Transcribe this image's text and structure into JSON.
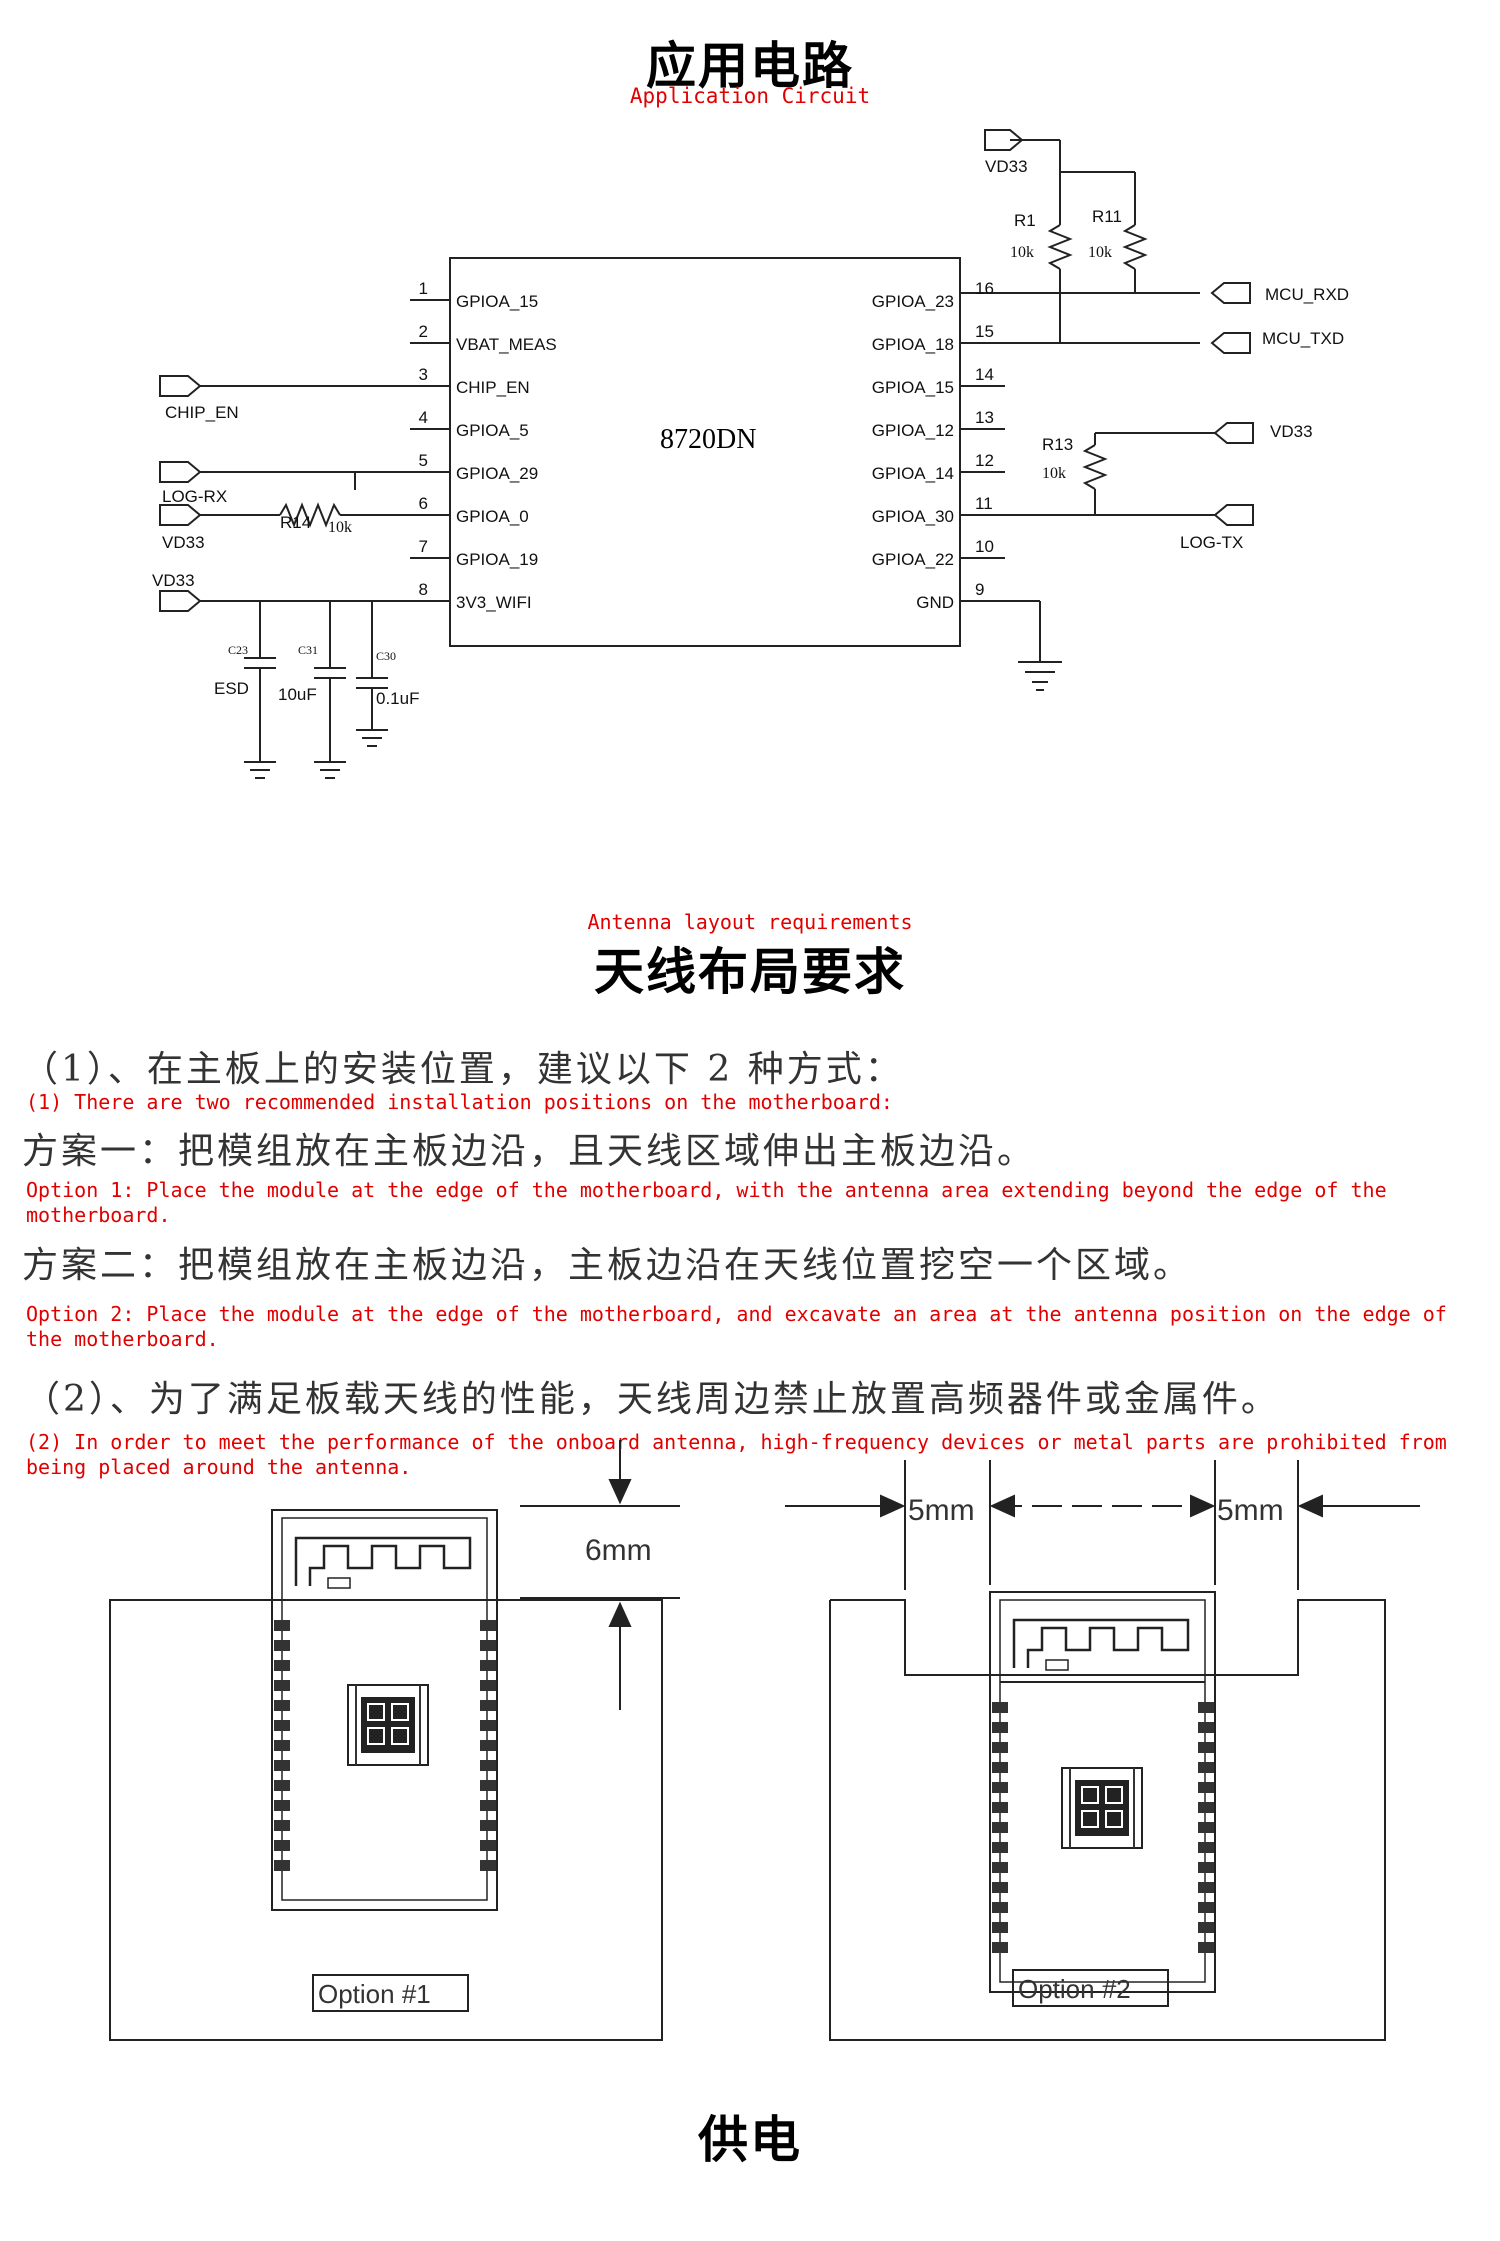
{
  "section1": {
    "title_cn": "应用电路",
    "title_en": "Application Circuit"
  },
  "chip": {
    "name": "8720DN"
  },
  "left_pins": [
    {
      "num": "1",
      "label": "GPIOA_15"
    },
    {
      "num": "2",
      "label": "VBAT_MEAS"
    },
    {
      "num": "3",
      "label": "CHIP_EN"
    },
    {
      "num": "4",
      "label": "GPIOA_5"
    },
    {
      "num": "5",
      "label": "GPIOA_29"
    },
    {
      "num": "6",
      "label": "GPIOA_0"
    },
    {
      "num": "7",
      "label": "GPIOA_19"
    },
    {
      "num": "8",
      "label": "3V3_WIFI"
    }
  ],
  "right_pins": [
    {
      "num": "16",
      "label": "GPIOA_23"
    },
    {
      "num": "15",
      "label": "GPIOA_18"
    },
    {
      "num": "14",
      "label": "GPIOA_15"
    },
    {
      "num": "13",
      "label": "GPIOA_12"
    },
    {
      "num": "12",
      "label": "GPIOA_14"
    },
    {
      "num": "11",
      "label": "GPIOA_30"
    },
    {
      "num": "10",
      "label": "GPIOA_22"
    },
    {
      "num": "9",
      "label": "GND"
    }
  ],
  "nets": {
    "vd33_top": "VD33",
    "mcu_rxd": "MCU_RXD",
    "mcu_txd": "MCU_TXD",
    "vd33_right": "VD33",
    "log_tx": "LOG-TX",
    "chip_en": "CHIP_EN",
    "log_rx": "LOG-RX",
    "vd33_left": "VD33",
    "vd33_bottom": "VD33"
  },
  "components": {
    "r1": "R1",
    "r1_val": "10k",
    "r11": "R11",
    "r11_val": "10k",
    "r13": "R13",
    "r13_val": "10k",
    "r14": "R14",
    "r14_val": "10k",
    "c23": "C23",
    "c31": "C31",
    "c30": "C30",
    "esd": "ESD",
    "c31_val": "10uF",
    "c30_val": "0.1uF"
  },
  "section2": {
    "title_en": "Antenna layout requirements",
    "title_cn": "天线布局要求",
    "items": [
      {
        "cn": "（1）、在主板上的安装位置，建议以下 2 种方式：",
        "en": "(1) There are two recommended installation positions on the motherboard:"
      },
      {
        "cn": "方案一：把模组放在主板边沿，且天线区域伸出主板边沿。",
        "en": "Option 1: Place the module at the edge of the motherboard, with the antenna area extending beyond the edge of the motherboard."
      },
      {
        "cn": "方案二：把模组放在主板边沿，主板边沿在天线位置挖空一个区域。",
        "en": "Option 2: Place the module at the edge of the motherboard, and excavate an area at the antenna position on the edge of the motherboard."
      },
      {
        "cn": "（2）、为了满足板载天线的性能，天线周边禁止放置高频器件或金属件。",
        "en": "(2) In order to meet the performance of the onboard antenna, high-frequency devices or metal parts are prohibited from being placed around the antenna."
      }
    ]
  },
  "diagram": {
    "dim_6mm": "6mm",
    "dim_5mm_left": "5mm",
    "dim_5mm_right": "5mm",
    "option1": "Option #1",
    "option2": "Option #2"
  },
  "section3": {
    "title_cn": "供电"
  }
}
